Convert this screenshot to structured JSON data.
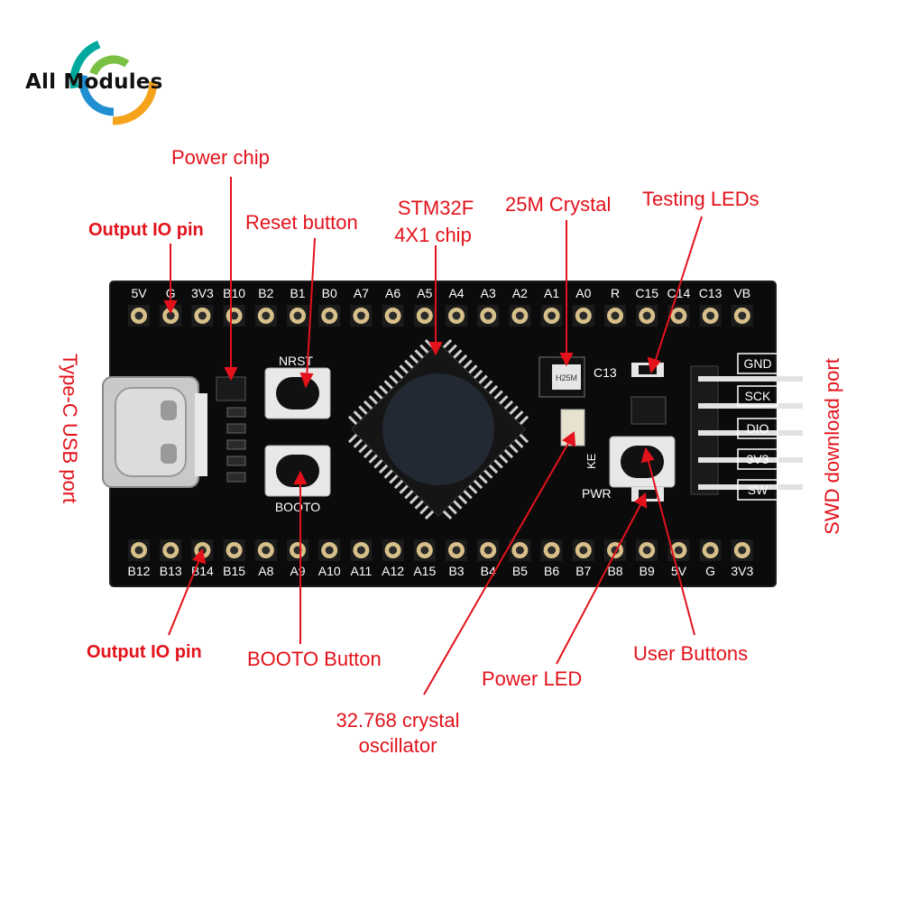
{
  "brand": {
    "name": "All Modules",
    "colors": {
      "orange": "#f4a31a",
      "blue": "#1f8fd1",
      "green": "#7ac143",
      "teal": "#00a99d"
    }
  },
  "colors": {
    "callout": "#e3121b",
    "board": "#0b0b0b",
    "silkscreen": "#ffffff",
    "pin_gold": "#d8c08a"
  },
  "callouts": {
    "power_chip": "Power chip",
    "output_io_top": "Output IO pin",
    "reset_button": "Reset button",
    "chip_line1": "STM32F",
    "chip_line2": "4X1 chip",
    "crystal_25m": "25M Crystal",
    "testing_leds": "Testing LEDs",
    "typec_port": "Type-C USB port",
    "swd_port": "SWD download port",
    "output_io_bottom": "Output IO pin",
    "booto_button": "BOOTO Button",
    "crystal_32k_line1": "32.768 crystal",
    "crystal_32k_line2": "oscillator",
    "power_led": "Power LED",
    "user_buttons": "User Buttons"
  },
  "board": {
    "top_pins": [
      "5V",
      "G",
      "3V3",
      "B10",
      "B2",
      "B1",
      "B0",
      "A7",
      "A6",
      "A5",
      "A4",
      "A3",
      "A2",
      "A1",
      "A0",
      "R",
      "C15",
      "C14",
      "C13",
      "VB"
    ],
    "bottom_pins": [
      "B12",
      "B13",
      "B14",
      "B15",
      "A8",
      "A9",
      "A10",
      "A11",
      "A12",
      "A15",
      "B3",
      "B4",
      "B5",
      "B6",
      "B7",
      "B8",
      "B9",
      "5V",
      "G",
      "3V3"
    ],
    "swd_pins": [
      "GND",
      "SCK",
      "DIO",
      "3V3",
      "SW"
    ],
    "nrst_label": "NRST",
    "booto_label": "BOOTO",
    "pwr_label": "PWR",
    "ke_label": "KE",
    "c13_label": "C13",
    "crystal_marking": "H25M"
  }
}
